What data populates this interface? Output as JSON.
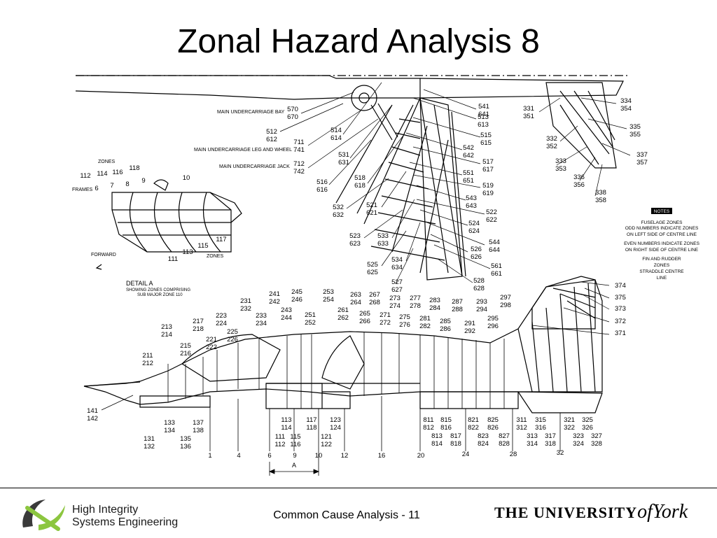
{
  "slide": {
    "title": "Zonal Hazard Analysis 8",
    "footer": "Common Cause Analysis - 11"
  },
  "logos": {
    "left_line1": "High Integrity",
    "left_line2": "Systems Engineering",
    "right_main": "THE UNIVERSITY",
    "right_of": "of",
    "right_york": "York"
  },
  "annotations": {
    "mub": "MAIN UNDERCARRIAGE BAY",
    "mulw": "MAIN UNDERCARRIAGE LEG AND WHEEL",
    "muj": "MAIN UNDERCARRIAGE JACK",
    "zones": "ZONES",
    "zones2": "ZONES",
    "frames": "FRAMES",
    "forward": "FORWARD",
    "detail_a": "DETAIL A",
    "detail_a_sub1": "SHOWING ZONES COMPRISING",
    "detail_a_sub2": "SUB MAJOR ZONE 110",
    "notes": "NOTES",
    "notes_lines": [
      "FUSELAGE ZONES",
      "ODD NUMBERS INDICATE ZONES",
      "ON LEFT SIDE OF CENTRE LINE",
      "EVEN NUMBERS INDICATE ZONES",
      "ON RIGHT SIDE OF CENTRE LINE",
      "FIN AND RUDDER",
      "ZONES",
      "STRADDLE CENTRE",
      "LINE"
    ],
    "dim_a": "A"
  },
  "zones_top": [
    [
      "570",
      "670"
    ],
    [
      "512",
      "612"
    ],
    [
      "711",
      "741"
    ],
    [
      "712",
      "742"
    ],
    [
      "514",
      "614"
    ],
    [
      "531",
      "631"
    ],
    [
      "516",
      "616"
    ],
    [
      "518",
      "618"
    ],
    [
      "532",
      "632"
    ],
    [
      "521",
      "621"
    ],
    [
      "523",
      "623"
    ],
    [
      "533",
      "633"
    ],
    [
      "525",
      "625"
    ],
    [
      "534",
      "634"
    ],
    [
      "527",
      "627"
    ],
    [
      "541",
      "641"
    ],
    [
      "513",
      "613"
    ],
    [
      "515",
      "615"
    ],
    [
      "542",
      "642"
    ],
    [
      "517",
      "617"
    ],
    [
      "551",
      "651"
    ],
    [
      "519",
      "619"
    ],
    [
      "543",
      "643"
    ],
    [
      "522",
      "622"
    ],
    [
      "524",
      "624"
    ],
    [
      "544",
      "644"
    ],
    [
      "526",
      "626"
    ],
    [
      "561",
      "661"
    ],
    [
      "528",
      "628"
    ],
    [
      "331",
      "351"
    ],
    [
      "334",
      "354"
    ],
    [
      "335",
      "355"
    ],
    [
      "332",
      "352"
    ],
    [
      "337",
      "357"
    ],
    [
      "333",
      "353"
    ],
    [
      "336",
      "356"
    ],
    [
      "338",
      "358"
    ]
  ],
  "zones_detail": [
    "118",
    "10",
    "116",
    "9",
    "112",
    "114",
    "7",
    "8",
    "6",
    "117",
    "115",
    "113",
    "111"
  ],
  "zones_side_top": [
    [
      "241",
      "242"
    ],
    [
      "245",
      "246"
    ],
    [
      "253",
      "254"
    ],
    [
      "263",
      "264"
    ],
    [
      "267",
      "268"
    ],
    [
      "231",
      "232"
    ],
    [
      "243",
      "244"
    ],
    [
      "251",
      "252"
    ],
    [
      "261",
      "262"
    ],
    [
      "265",
      "266"
    ],
    [
      "273",
      "274"
    ],
    [
      "277",
      "278"
    ],
    [
      "283",
      "284"
    ],
    [
      "287",
      "288"
    ],
    [
      "293",
      "294"
    ],
    [
      "297",
      "298"
    ],
    [
      "223",
      "224"
    ],
    [
      "233",
      "234"
    ],
    [
      "271",
      "272"
    ],
    [
      "275",
      "276"
    ],
    [
      "281",
      "282"
    ],
    [
      "285",
      "286"
    ],
    [
      "291",
      "292"
    ],
    [
      "295",
      "296"
    ],
    [
      "213",
      "214"
    ],
    [
      "217",
      "218"
    ],
    [
      "225",
      "226"
    ],
    [
      "221",
      "222"
    ],
    [
      "215",
      "216"
    ],
    [
      "211",
      "212"
    ]
  ],
  "zones_fin": [
    "374",
    "375",
    "373",
    "372",
    "371"
  ],
  "zones_side_bottom": [
    [
      "141",
      "142"
    ],
    [
      "133",
      "134"
    ],
    [
      "137",
      "138"
    ],
    [
      "131",
      "132"
    ],
    [
      "135",
      "136"
    ],
    [
      "113",
      "114"
    ],
    [
      "117",
      "118"
    ],
    [
      "123",
      "124"
    ],
    [
      "111",
      "112"
    ],
    [
      "115",
      "116"
    ],
    [
      "121",
      "122"
    ],
    [
      "811",
      "812"
    ],
    [
      "815",
      "816"
    ],
    [
      "821",
      "822"
    ],
    [
      "825",
      "826"
    ],
    [
      "311",
      "312"
    ],
    [
      "315",
      "316"
    ],
    [
      "321",
      "322"
    ],
    [
      "325",
      "326"
    ],
    [
      "813",
      "814"
    ],
    [
      "817",
      "818"
    ],
    [
      "823",
      "824"
    ],
    [
      "827",
      "828"
    ],
    [
      "313",
      "314"
    ],
    [
      "317",
      "318"
    ],
    [
      "323",
      "324"
    ],
    [
      "327",
      "328"
    ]
  ],
  "frames_bottom": [
    "1",
    "4",
    "6",
    "9",
    "10",
    "12",
    "16",
    "20",
    "24",
    "28",
    "32"
  ]
}
